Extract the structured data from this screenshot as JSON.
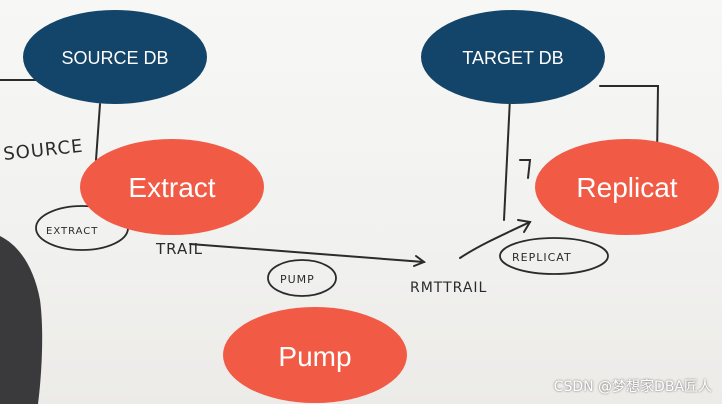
{
  "blobs": {
    "source_db": "SOURCE DB",
    "target_db": "TARGET DB",
    "extract": "Extract",
    "replicat": "Replicat",
    "pump": "Pump"
  },
  "handwriting": {
    "source": "SOURCE",
    "extract_small": "EXTRACT",
    "trail": "TRAIL",
    "pump_small": "PUMP",
    "rmttrail": "RMTTRAIL",
    "replicat_small": "REPLICAT",
    "target_partial": "T"
  },
  "watermark": "CSDN @梦想家DBA匠人",
  "colors": {
    "db_blue": "#134469",
    "process_red": "#f15a45",
    "marker_ink": "#2b2b2b",
    "board": "#f4f4f2"
  }
}
